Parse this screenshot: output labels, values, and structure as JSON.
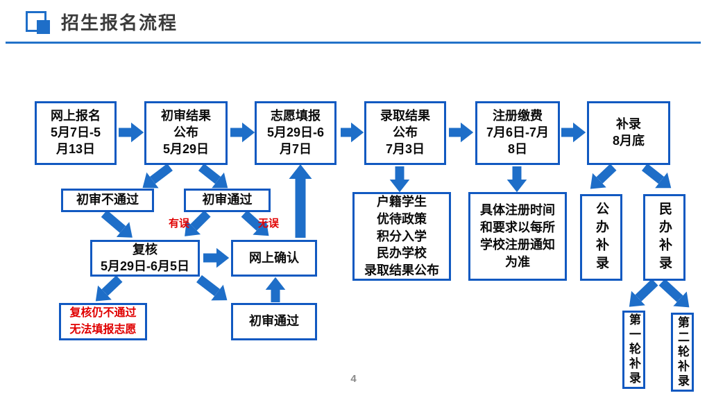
{
  "page": {
    "title": "招生报名流程",
    "page_number": "4"
  },
  "colors": {
    "primary_blue": "#1E6EC8",
    "border_blue": "#1159C1",
    "rule_blue": "#2272C8",
    "alert_red": "#E00000"
  },
  "flow": {
    "boxes": {
      "online_signup": {
        "lines": [
          "网上报名",
          "5月7日-5",
          "月13日"
        ]
      },
      "initial_review_result": {
        "lines": [
          "初审结果",
          "公布",
          "5月29日"
        ]
      },
      "volunteer_filling": {
        "lines": [
          "志愿填报",
          "5月29日-6",
          "月7日"
        ]
      },
      "admission_result": {
        "lines": [
          "录取结果",
          "公布",
          "7月3日"
        ]
      },
      "registration_payment": {
        "lines": [
          "注册缴费",
          "7月6日-7月",
          "8日"
        ]
      },
      "supplementary": {
        "lines": [
          "补录",
          "8月底"
        ]
      },
      "review_failed": {
        "lines": [
          "初审不通过"
        ]
      },
      "review_passed": {
        "lines": [
          "初审通过"
        ]
      },
      "recheck": {
        "lines": [
          "复核",
          "5月29日-6月5日"
        ]
      },
      "online_confirm": {
        "lines": [
          "网上确认"
        ]
      },
      "recheck_failed": {
        "lines": [
          "复核仍不通过",
          "无法填报志愿"
        ]
      },
      "review_passed_bottom": {
        "lines": [
          "初审通过"
        ]
      },
      "admission_detail": {
        "lines": [
          "户籍学生",
          "优待政策",
          "积分入学",
          "民办学校",
          "录取结果公布"
        ]
      },
      "registration_note": {
        "lines": [
          "具体注册时间",
          "和要求以每所",
          "学校注册通知",
          "为准"
        ]
      },
      "public_supplement": {
        "text": "公办补录"
      },
      "private_supplement": {
        "text": "民办补录"
      },
      "first_round": {
        "text": "第一轮补录"
      },
      "second_round": {
        "text": "第二轮补录"
      }
    },
    "edge_labels": {
      "has_error": "有误",
      "no_error": "无误"
    }
  }
}
